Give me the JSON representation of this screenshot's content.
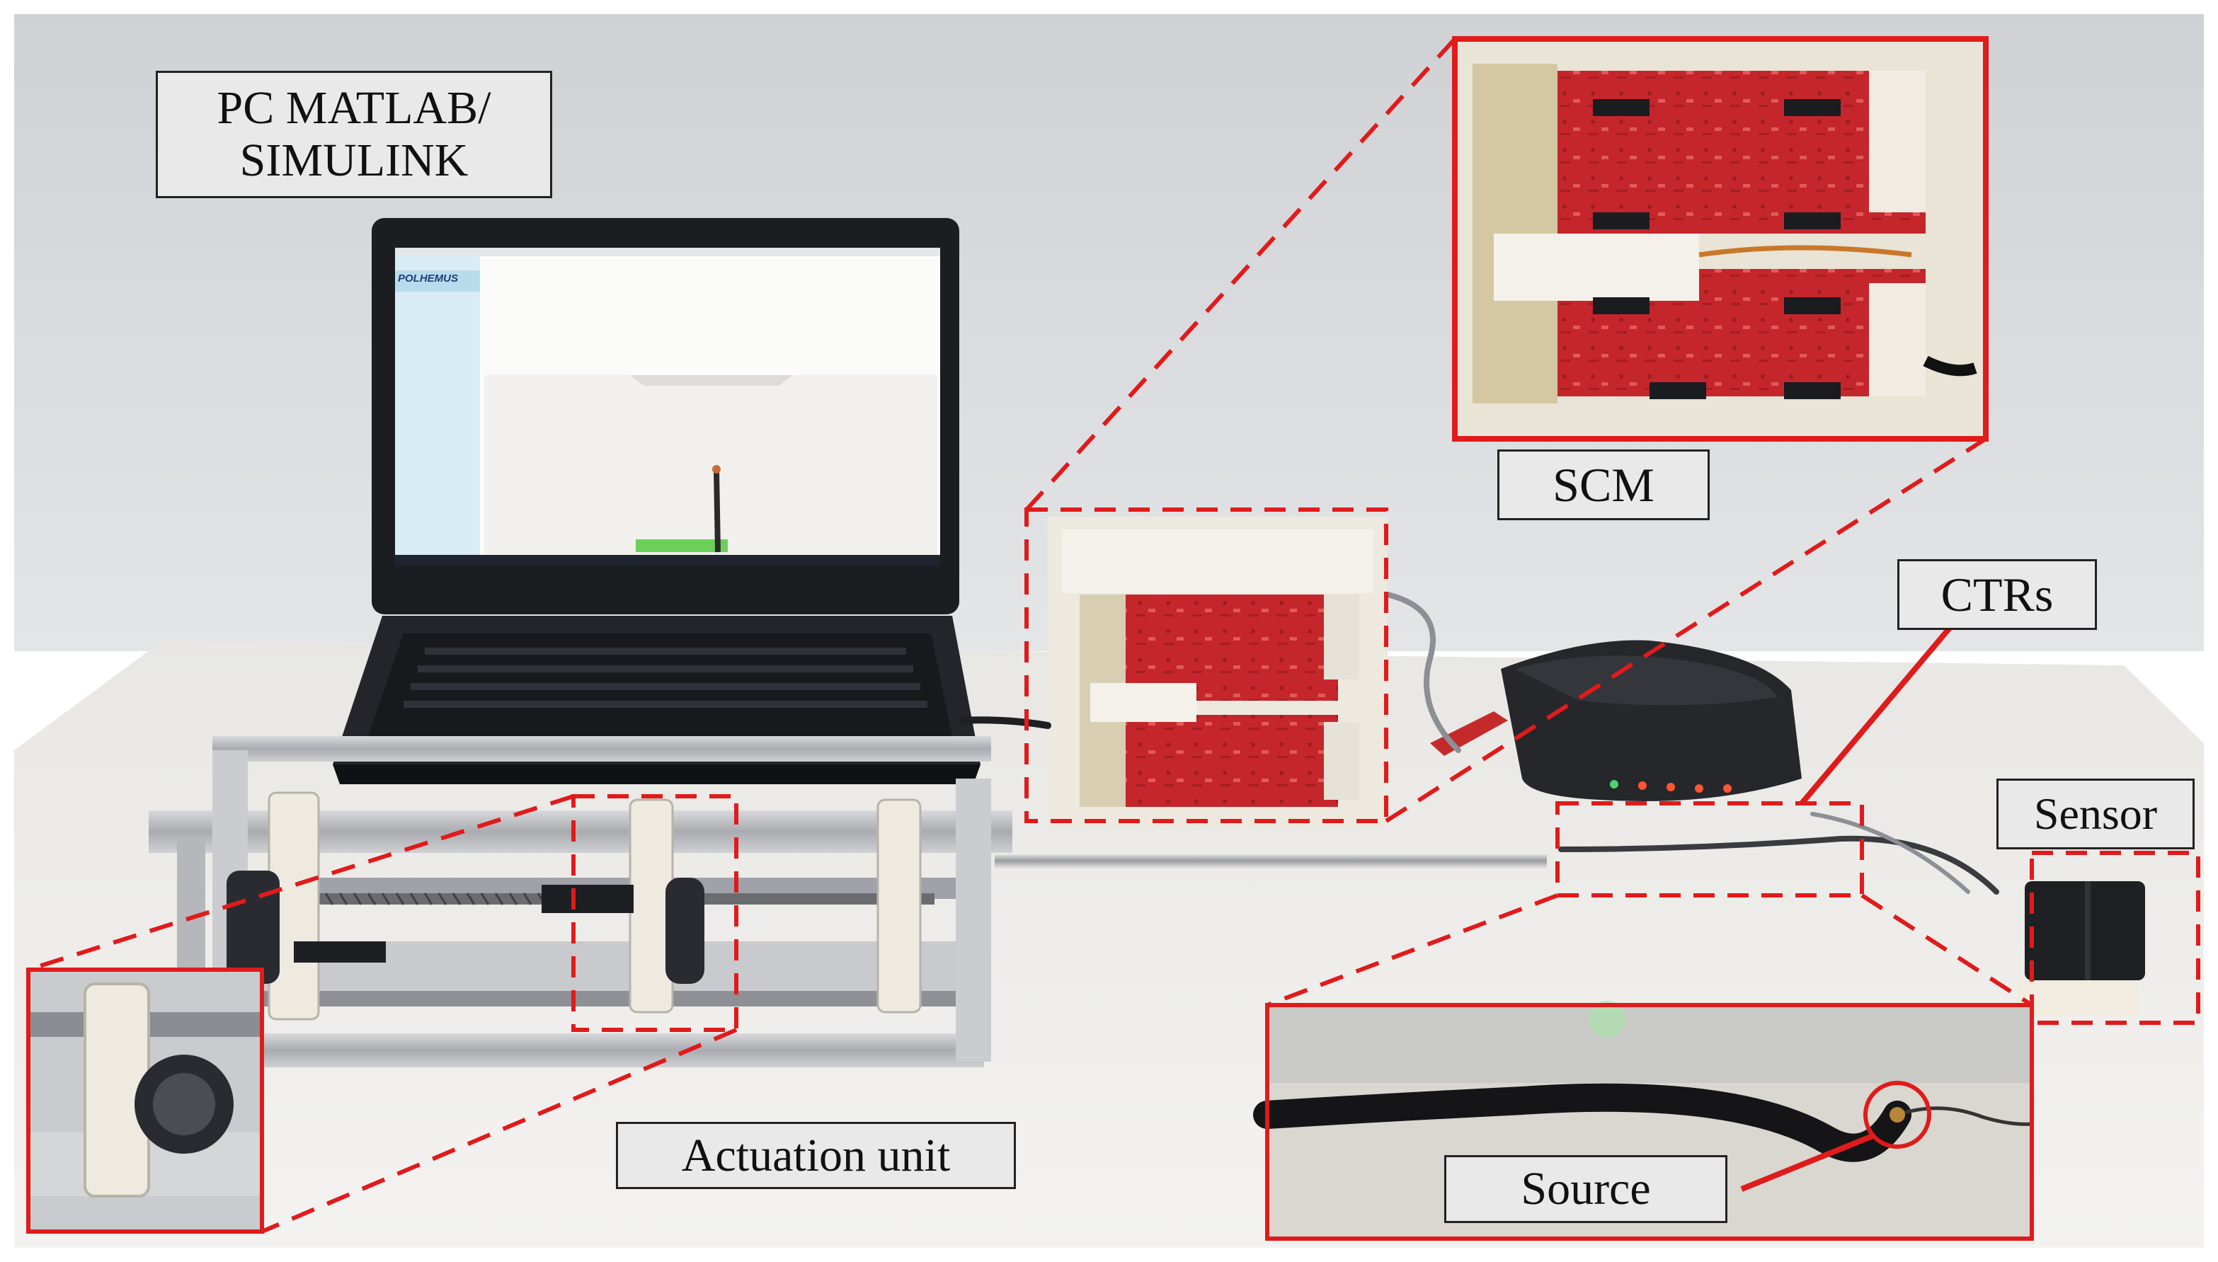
{
  "labels": {
    "pc_line1": "PC MATLAB/",
    "pc_line2": "SIMULINK",
    "scm": "SCM",
    "ctrs": "CTRs",
    "sensor": "Sensor",
    "actuation": "Actuation unit",
    "source": "Source"
  },
  "screen": {
    "brand": "POLHEMUS"
  },
  "colors": {
    "highlight": "#e01b1b",
    "pcb_red": "#c4262b",
    "wall": "#dcdde0",
    "table": "#ecebe8"
  }
}
